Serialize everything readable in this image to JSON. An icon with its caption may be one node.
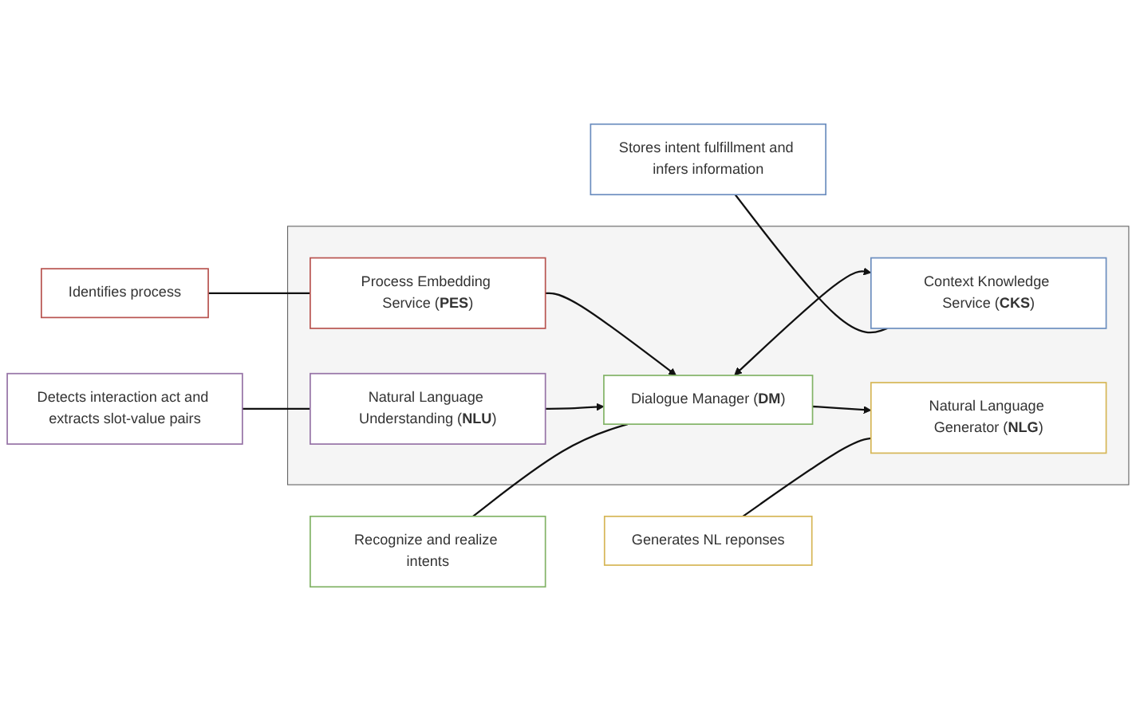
{
  "diagram": {
    "nodes": [
      {
        "text": [
          "Identifies process"
        ]
      },
      {
        "text": [
          "Recognize and realize intents"
        ]
      },
      {
        "text": [
          "Stores intent fulfillment and infers information"
        ]
      },
      {
        "text": [],
        "shape": "box"
      },
      {
        "text": [
          "Process Embedding Service (**PES**)"
        ],
        "in": 3
      },
      {
        "text": [
          "Dialogue Manager (**DM**)"
        ],
        "in": 3
      },
      {
        "text": [
          "Context Knowledge Service (**CKS**)"
        ],
        "in": 3
      },
      {
        "text": [
          "Natural Language Understanding (**NLU**)"
        ],
        "in": 3
      },
      {
        "text": [
          "Natural Language Generator (**NLG**)"
        ],
        "in": 3
      },
      {
        "text": [
          "Detects interaction act and extracts slot-value pairs"
        ]
      },
      {
        "text": [
          "Generates NL reponses"
        ]
      }
    ],
    "edges": [
      {
        "from": 4,
        "to": 5,
        "arrow": "to"
      },
      {
        "from": 5,
        "to": 6,
        "arrow": "both"
      },
      {
        "from": 7,
        "to": 5,
        "arrow": "to"
      },
      {
        "from": 5,
        "to": 8,
        "arrow": "to"
      },
      {
        "from": 0,
        "to": 4,
        "arrow": "none"
      },
      {
        "from": 1,
        "to": 5,
        "arrow": "none"
      },
      {
        "from": 2,
        "to": 6,
        "arrow": "none"
      },
      {
        "from": 9,
        "to": 7,
        "arrow": "none"
      },
      {
        "from": 10,
        "to": 8,
        "arrow": "none"
      }
    ]
  }
}
